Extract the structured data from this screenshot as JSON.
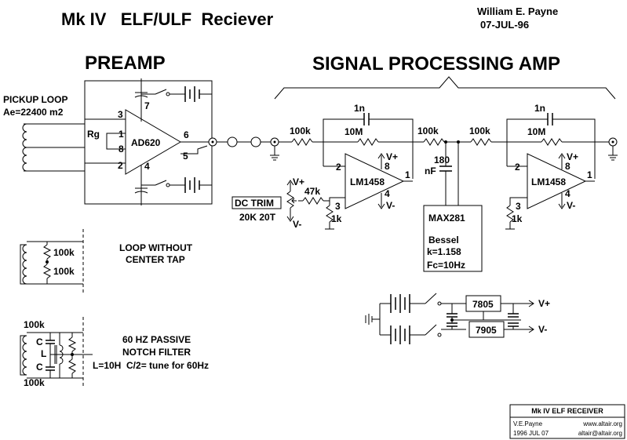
{
  "header": {
    "title": "Mk IV   ELF/ULF  Reciever",
    "author": "William E. Payne",
    "date": "07-JUL-96"
  },
  "sections": {
    "preamp": "PREAMP",
    "signal_processing": "SIGNAL PROCESSING AMP"
  },
  "preamp": {
    "pickup_loop": "PICKUP LOOP",
    "area": "Ae=22400 m2",
    "gain_resistor": "Rg",
    "chip": "AD620",
    "pins": {
      "p3": "3",
      "p1": "1",
      "p8": "8",
      "p2": "2",
      "p7": "7",
      "p6": "6",
      "p5": "5",
      "p4": "4"
    }
  },
  "stage1": {
    "input_resistor": "100k",
    "feedback_cap": "1n",
    "feedback_resistor": "10M",
    "chip": "LM1458",
    "pins": {
      "p2": "2",
      "p8": "8",
      "p1": "1",
      "p3": "3",
      "p4": "4"
    },
    "vplus": "V+",
    "vminus": "V-",
    "trim_resistor": "47k",
    "bias_resistor": "1k",
    "trim_label": "DC TRIM",
    "trim_value": "20K 20T",
    "trim_vplus": "V+",
    "trim_vminus": "V-"
  },
  "filter": {
    "resistor": "100k",
    "cap_value": "180",
    "cap_unit": "nF",
    "chip": "MAX281",
    "type": "Bessel",
    "k": "k=1.158",
    "fc": "Fc=10Hz"
  },
  "stage2": {
    "input_resistor": "100k",
    "feedback_cap": "1n",
    "feedback_resistor": "10M",
    "chip": "LM1458",
    "pins": {
      "p2": "2",
      "p8": "8",
      "p1": "1",
      "p3": "3",
      "p4": "4"
    },
    "vplus": "V+",
    "vminus": "V-",
    "bias_resistor": "1k"
  },
  "loop_without_tap": {
    "r1": "100k",
    "r2": "100k",
    "label1": "LOOP WITHOUT",
    "label2": "CENTER TAP"
  },
  "notch": {
    "r_top": "100k",
    "r_bottom": "100k",
    "c_top": "C",
    "c_bottom": "C",
    "inductor": "L",
    "label1": "60 HZ PASSIVE",
    "label2": "NOTCH FILTER",
    "label3": "L=10H  C/2= tune for 60Hz"
  },
  "power": {
    "reg_pos": "7805",
    "reg_neg": "7905",
    "out_pos": "V+",
    "out_neg": "V-"
  },
  "title_block": {
    "title": "Mk IV ELF RECEIVER",
    "name": "V.E.Payne",
    "date": "1996 JUL 07",
    "web": "www.altair.org",
    "email": "altair@altair.org"
  }
}
